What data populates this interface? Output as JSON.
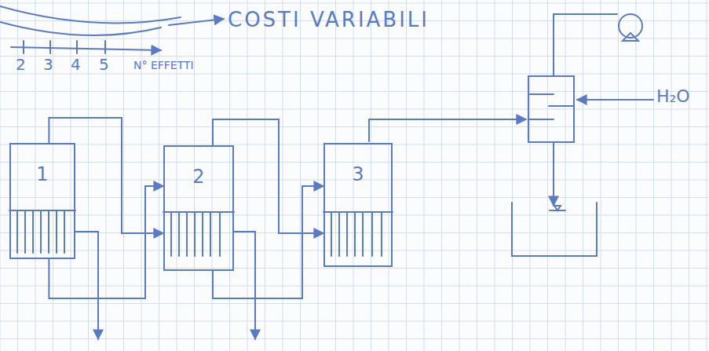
{
  "diagram": {
    "nodes": [
      {
        "text": [
          "1"
        ]
      },
      {
        "text": [
          "2"
        ]
      },
      {
        "text": [
          "3"
        ]
      }
    ],
    "edges": [
      {
        "from": 0,
        "to": 1,
        "arrow": "to"
      },
      {
        "from": 1,
        "to": 2,
        "arrow": "to"
      },
      {
        "from": 0,
        "to": 1,
        "arrow": "to"
      },
      {
        "from": 1,
        "to": 2,
        "arrow": "to"
      }
    ],
    "labels": [
      "COSTI VARIABILI",
      "2",
      "3",
      "4",
      "5",
      "N° EFFETTI",
      "H₂O"
    ]
  }
}
